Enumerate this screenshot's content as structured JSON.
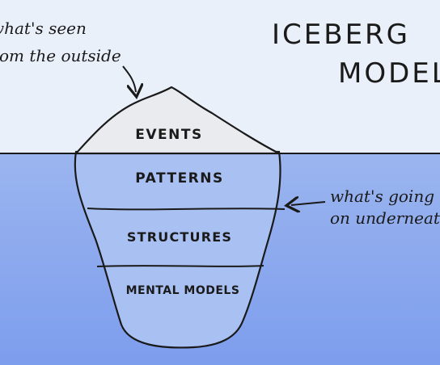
{
  "title": {
    "line1": "ICEBERG",
    "line2": "MODEL"
  },
  "notes": {
    "outside": {
      "line1": "what's seen",
      "line2": "from the outside"
    },
    "underneath": {
      "line1": "what's going",
      "line2": "on underneath"
    }
  },
  "layers": [
    "EVENTS",
    "PATTERNS",
    "STRUCTURES",
    "MENTAL MODELS"
  ],
  "colors": {
    "sky": "#eaf0fa",
    "water": "#8aa9ee",
    "ice_top": "#e9ebef",
    "ice_under": "#a9c0f2",
    "ink": "#1a1a1a"
  }
}
